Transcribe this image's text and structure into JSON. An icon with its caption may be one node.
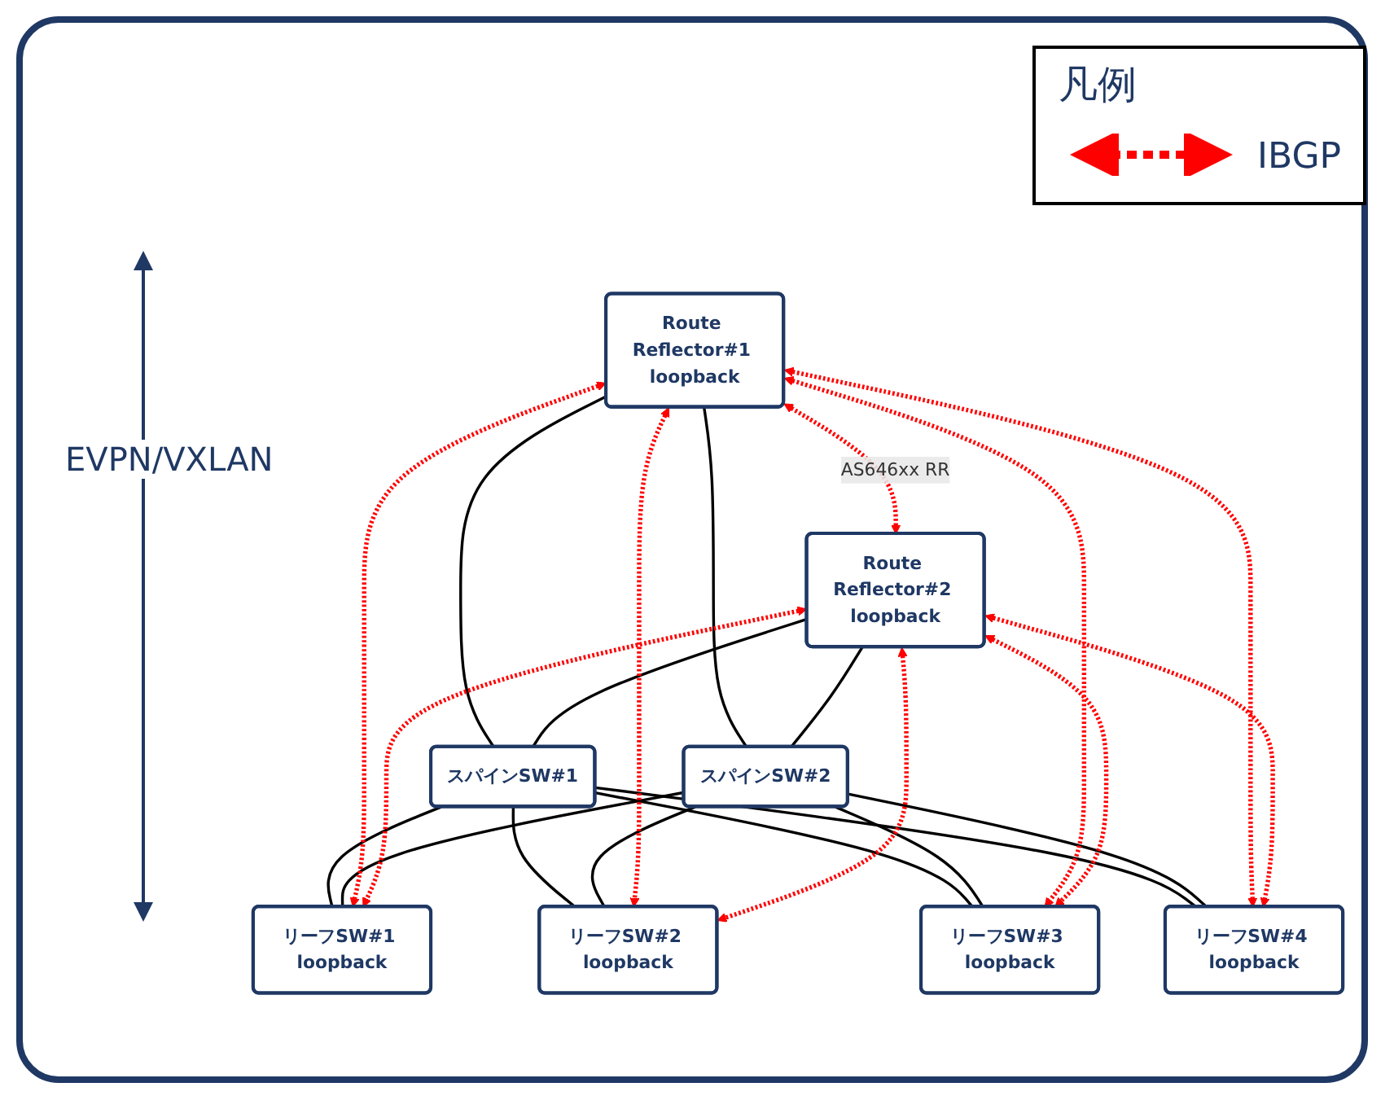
{
  "diagram": {
    "nodes": [
      {
        "text": [
          "Route Reflector#1 loopback"
        ]
      },
      {
        "text": [
          "Route Reflector#2 loopback"
        ]
      },
      {
        "text": [
          "スパインSW#1"
        ]
      },
      {
        "text": [
          "スパインSW#2"
        ]
      },
      {
        "text": [
          "リーフSW#1 loopback"
        ]
      },
      {
        "text": [
          "リーフSW#2 loopback"
        ]
      },
      {
        "text": [
          "リーフSW#3 loopback"
        ]
      },
      {
        "text": [
          "リーフSW#4 loopback"
        ]
      }
    ],
    "edges": [
      {
        "from": 0,
        "to": 1,
        "arrow": "both",
        "label": "AS646xx RR",
        "style": "dashed",
        "color": "#ff0000"
      },
      {
        "from": 0,
        "to": 2,
        "arrow": "none"
      },
      {
        "from": 0,
        "to": 3,
        "arrow": "none"
      },
      {
        "from": 1,
        "to": 2,
        "arrow": "none"
      },
      {
        "from": 1,
        "to": 3,
        "arrow": "none"
      },
      {
        "from": 2,
        "to": 4,
        "arrow": "none"
      },
      {
        "from": 2,
        "to": 5,
        "arrow": "none"
      },
      {
        "from": 2,
        "to": 6,
        "arrow": "none"
      },
      {
        "from": 2,
        "to": 7,
        "arrow": "none"
      },
      {
        "from": 3,
        "to": 4,
        "arrow": "none"
      },
      {
        "from": 3,
        "to": 5,
        "arrow": "none"
      },
      {
        "from": 3,
        "to": 6,
        "arrow": "none"
      },
      {
        "from": 3,
        "to": 7,
        "arrow": "none"
      },
      {
        "from": 0,
        "to": 4,
        "arrow": "both",
        "style": "dashed",
        "color": "#ff0000"
      },
      {
        "from": 0,
        "to": 5,
        "arrow": "both",
        "style": "dashed",
        "color": "#ff0000"
      },
      {
        "from": 0,
        "to": 6,
        "arrow": "both",
        "style": "dashed",
        "color": "#ff0000"
      },
      {
        "from": 0,
        "to": 7,
        "arrow": "both",
        "style": "dashed",
        "color": "#ff0000"
      },
      {
        "from": 1,
        "to": 4,
        "arrow": "both",
        "style": "dashed",
        "color": "#ff0000"
      },
      {
        "from": 1,
        "to": 5,
        "arrow": "both",
        "style": "dashed",
        "color": "#ff0000"
      },
      {
        "from": 1,
        "to": 6,
        "arrow": "both",
        "style": "dashed",
        "color": "#ff0000"
      },
      {
        "from": 1,
        "to": 7,
        "arrow": "both",
        "style": "dashed",
        "color": "#ff0000"
      }
    ],
    "labels": [
      "凡例",
      "EVPN/VXLAN"
    ],
    "legend": [
      {
        "text": "IBGP"
      }
    ]
  }
}
